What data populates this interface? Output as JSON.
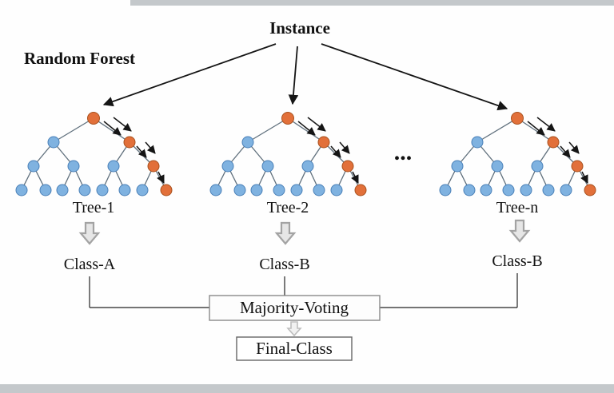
{
  "diagram": {
    "title": "Random Forest",
    "instance_label": "Instance",
    "ellipsis": "...",
    "trees": [
      {
        "label": "Tree-1",
        "class_label": "Class-A"
      },
      {
        "label": "Tree-2",
        "class_label": "Class-B"
      },
      {
        "label": "Tree-n",
        "class_label": "Class-B"
      }
    ],
    "majority_voting_label": "Majority-Voting",
    "final_class_label": "Final-Class",
    "colors": {
      "node_orange": "#e2703a",
      "node_blue": "#7fb2e0",
      "arrow_black": "#151515",
      "block_arrow_gray": "#e6e6e6"
    }
  }
}
